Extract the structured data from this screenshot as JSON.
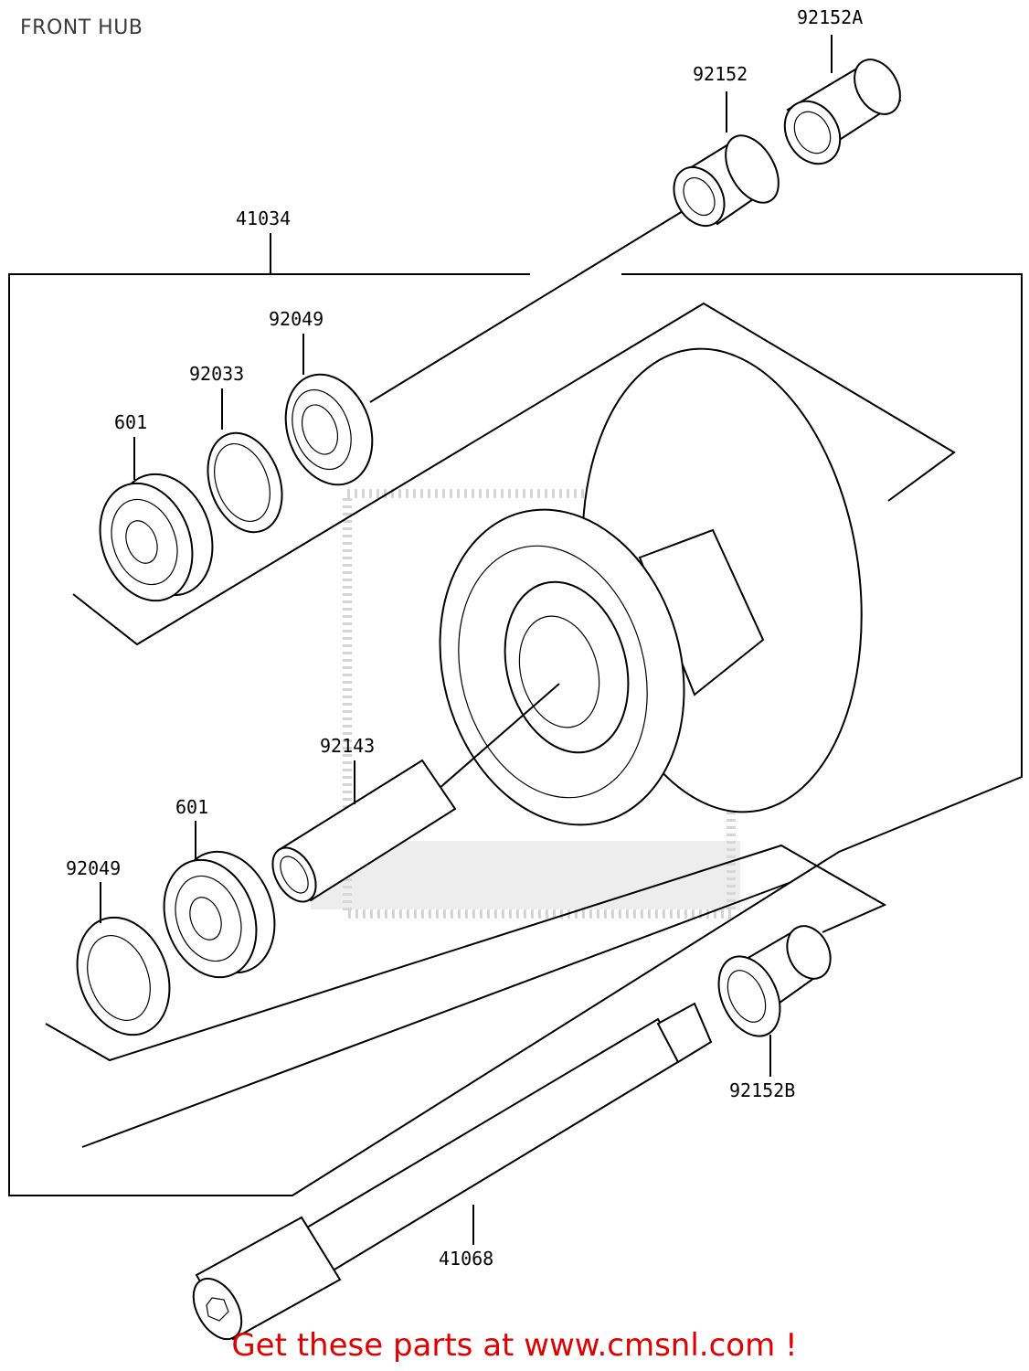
{
  "title": "FRONT HUB",
  "footer": "Get these parts at www.cmsnl.com !",
  "accent_color": "#e00000",
  "callouts": {
    "p92152A": "92152A",
    "p92152": "92152",
    "p41034": "41034",
    "p92049_top": "92049",
    "p92033": "92033",
    "p601_top": "601",
    "p92143": "92143",
    "p601_bottom": "601",
    "p92049_bottom": "92049",
    "p92152B": "92152B",
    "p41068": "41068"
  }
}
